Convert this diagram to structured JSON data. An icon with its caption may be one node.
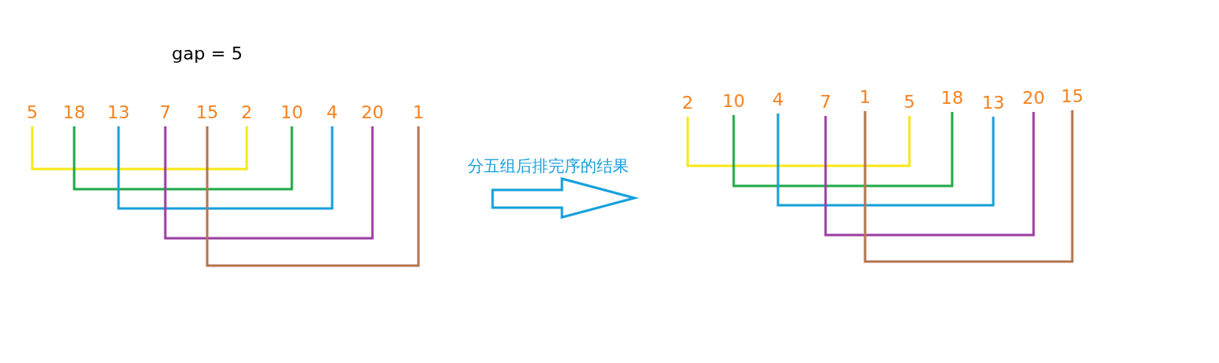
{
  "diagram": {
    "nodes": [
      {
        "text": [
          "5"
        ]
      },
      {
        "text": [
          "18"
        ]
      },
      {
        "text": [
          "13"
        ]
      },
      {
        "text": [
          "7"
        ]
      },
      {
        "text": [
          "15"
        ]
      },
      {
        "text": [
          "2"
        ]
      },
      {
        "text": [
          "10"
        ]
      },
      {
        "text": [
          "4"
        ]
      },
      {
        "text": [
          "20"
        ]
      },
      {
        "text": [
          "1"
        ]
      },
      {
        "text": [
          "2"
        ]
      },
      {
        "text": [
          "10"
        ]
      },
      {
        "text": [
          "4"
        ]
      },
      {
        "text": [
          "7"
        ]
      },
      {
        "text": [
          "1"
        ]
      },
      {
        "text": [
          "5"
        ]
      },
      {
        "text": [
          "18"
        ]
      },
      {
        "text": [
          "13"
        ]
      },
      {
        "text": [
          "20"
        ]
      },
      {
        "text": [
          "15"
        ]
      }
    ],
    "edges": [
      {
        "from": 0,
        "to": 5,
        "arrow": "none",
        "color": "#f7e81a"
      },
      {
        "from": 1,
        "to": 6,
        "arrow": "none",
        "color": "#22a94a"
      },
      {
        "from": 2,
        "to": 7,
        "arrow": "none",
        "color": "#16a0dc"
      },
      {
        "from": 3,
        "to": 8,
        "arrow": "none",
        "color": "#9b3fa0"
      },
      {
        "from": 4,
        "to": 9,
        "arrow": "none",
        "color": "#b5754f"
      },
      {
        "from": 10,
        "to": 15,
        "arrow": "none",
        "color": "#f7e81a"
      },
      {
        "from": 11,
        "to": 16,
        "arrow": "none",
        "color": "#22a94a"
      },
      {
        "from": 12,
        "to": 17,
        "arrow": "none",
        "color": "#16a0dc"
      },
      {
        "from": 13,
        "to": 18,
        "arrow": "none",
        "color": "#9b3fa0"
      },
      {
        "from": 14,
        "to": 19,
        "arrow": "none",
        "color": "#b5754f"
      }
    ],
    "labels": [
      "gap = 5",
      "分五组后排完序的结果"
    ]
  }
}
